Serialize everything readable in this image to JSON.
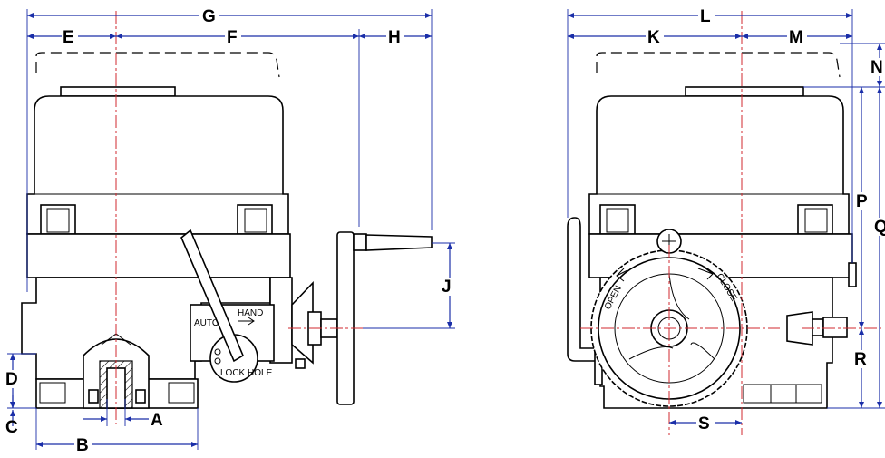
{
  "dimensions": {
    "A": "A",
    "B": "B",
    "C": "C",
    "D": "D",
    "E": "E",
    "F": "F",
    "G": "G",
    "H": "H",
    "J": "J",
    "K": "K",
    "L": "L",
    "M": "M",
    "N": "N",
    "P": "P",
    "Q": "Q",
    "R": "R",
    "S": "S"
  },
  "labels": {
    "auto": "AUTO",
    "hand": "HAND",
    "lock_hole": "LOCK HOLE",
    "open": "OPEN",
    "close": "CLOSE"
  },
  "colors": {
    "dimension_line": "#1a2ea8",
    "center_line": "#d0282f",
    "outline": "#000000"
  }
}
